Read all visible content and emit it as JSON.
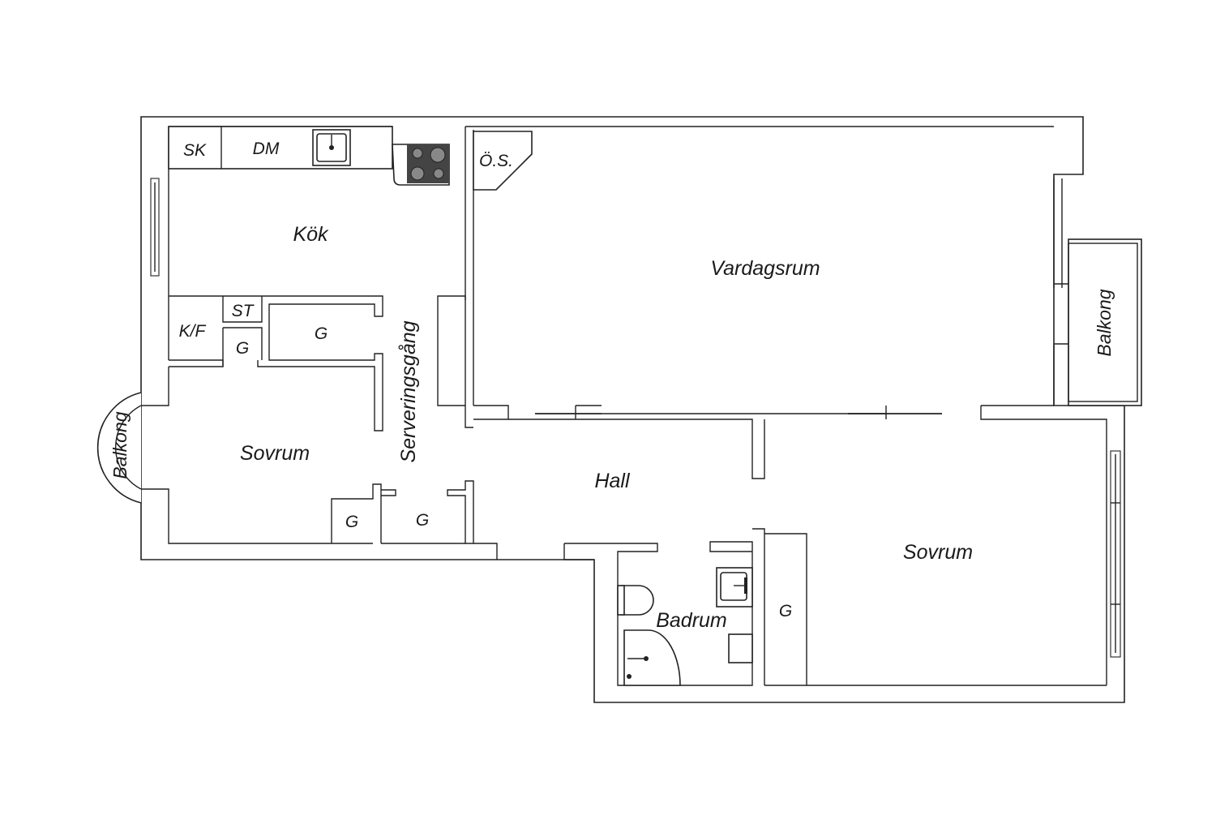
{
  "plan": {
    "rooms": {
      "kitchen": "Kök",
      "living_room": "Vardagsrum",
      "serving_corridor": "Serveringsgång",
      "hall": "Hall",
      "bedroom_left": "Sovrum",
      "bedroom_right": "Sovrum",
      "bathroom": "Badrum",
      "balcony_left": "Balkong",
      "balcony_right": "Balkong"
    },
    "fixtures": {
      "cabinet": "SK",
      "dishwasher": "DM",
      "fridge_freezer": "K/F",
      "cleaning_closet": "ST",
      "tiled_stove": "Ö.S."
    },
    "wardrobes": [
      "G",
      "G",
      "G",
      "G",
      "G"
    ]
  }
}
